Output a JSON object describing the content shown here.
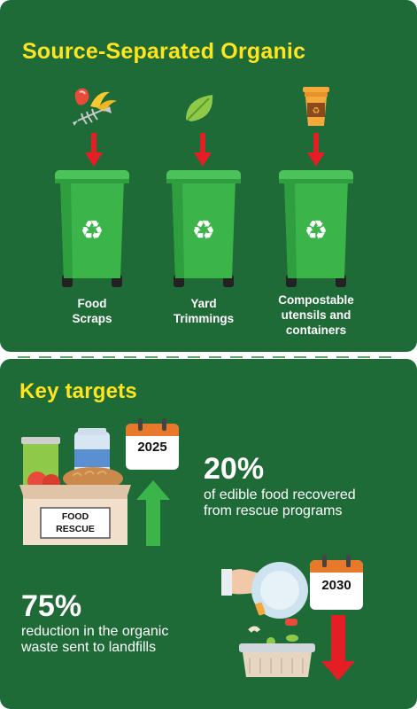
{
  "source_section": {
    "title": "Source-Separated Organic",
    "bins": [
      {
        "label_lines": [
          "Food",
          "Scraps"
        ],
        "icon": "food-scraps-icon"
      },
      {
        "label_lines": [
          "Yard",
          "Trimmings"
        ],
        "icon": "leaf-icon"
      },
      {
        "label_lines": [
          "Compostable",
          "utensils and",
          "containers"
        ],
        "icon": "coffee-cup-icon"
      }
    ]
  },
  "targets_section": {
    "title": "Key targets",
    "target1": {
      "percent": "20%",
      "desc_lines": [
        "of edible food recovered",
        "from rescue programs"
      ],
      "year": "2025",
      "box_label_lines": [
        "FOOD",
        "RESCUE"
      ]
    },
    "target2": {
      "percent": "75%",
      "desc_lines": [
        "reduction in the organic",
        "waste sent to landfills"
      ],
      "year": "2030"
    }
  },
  "colors": {
    "background": "#1f6b38",
    "title": "#ffe51f",
    "bin": "#3bb54a",
    "arrow_down": "#e31e25",
    "arrow_up": "#3bb54a"
  }
}
